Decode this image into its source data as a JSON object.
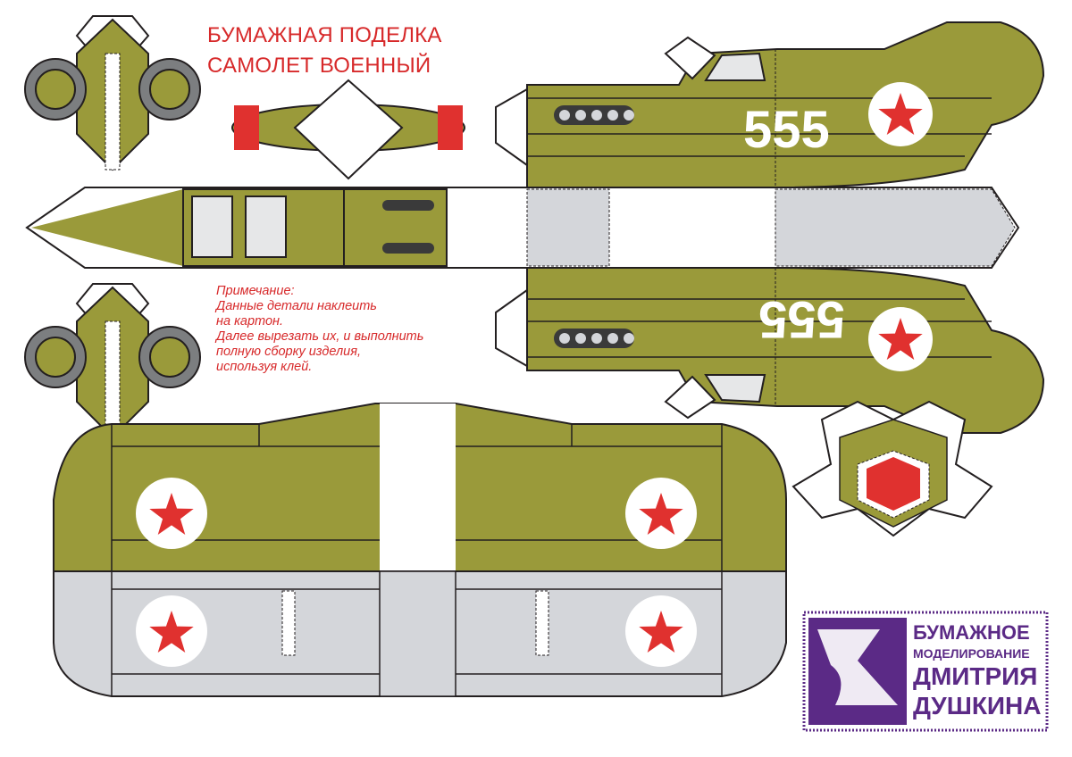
{
  "title": {
    "line1": "БУМАЖНАЯ ПОДЕЛКА",
    "line2": "САМОЛЕТ ВОЕННЫЙ"
  },
  "note": {
    "heading": "Примечание:",
    "lines": [
      "Данные детали наклеить",
      "на картон.",
      "Далее вырезать их, и выполнить",
      "полную сборку изделия,",
      "используя клей."
    ]
  },
  "fuselage": {
    "number_top": "555",
    "number_bottom": "555"
  },
  "logo": {
    "line1": "БУМАЖНОЕ",
    "line2": "МОДЕЛИРОВАНИЕ",
    "line3": "ДМИТРИЯ",
    "line4": "ДУШКИНА"
  },
  "colors": {
    "olive": "#9a9a3a",
    "grey": "#d4d6da",
    "red": "#e0312f",
    "title_red": "#d7292a",
    "outline": "#231f20",
    "logo_purple": "#5b2a86",
    "wheel_grey": "#7c7e80"
  }
}
